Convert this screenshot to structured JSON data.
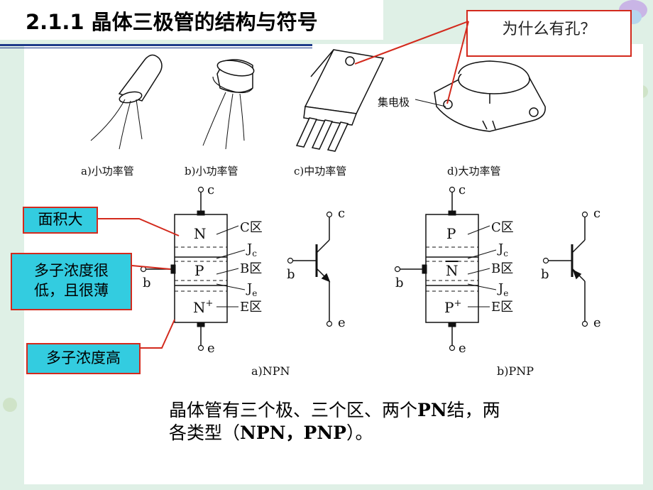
{
  "title": "2.1.1 晶体三极管的结构与符号",
  "question_callout": "为什么有孔？",
  "collector_label": "集电极",
  "package_captions": [
    "a)小功率管",
    "b)小功率管",
    "c)中功率管",
    "d)大功率管"
  ],
  "callouts": {
    "area_large": "面积大",
    "thin_lightly_doped_line1": "多子浓度很",
    "thin_lightly_doped_line2": "低，且很薄",
    "high_doping": "多子浓度高"
  },
  "npn": {
    "caption": "a)NPN",
    "regions": [
      "N",
      "P",
      "N"
    ],
    "emitter_superscript": "+",
    "region_labels": [
      "C区",
      "B区",
      "E区"
    ],
    "junction_c": "J",
    "junction_c_sub": "c",
    "junction_e": "J",
    "junction_e_sub": "e",
    "terminals": [
      "c",
      "b",
      "e"
    ]
  },
  "pnp": {
    "caption": "b)PNP",
    "regions": [
      "P",
      "N",
      "P"
    ],
    "emitter_superscript": "+",
    "region_labels": [
      "C区",
      "B区",
      "E区"
    ],
    "junction_c": "J",
    "junction_c_sub": "c",
    "junction_e": "J",
    "junction_e_sub": "e",
    "terminals": [
      "c",
      "b",
      "e"
    ]
  },
  "summary": {
    "line1_a": "晶体管有三个极、三个区、两个",
    "line1_b": "PN",
    "line1_c": "结，两",
    "line2_a": "各类型（",
    "line2_b": "NPN，PNP",
    "line2_c": "）。"
  },
  "colors": {
    "background": "#dff0e6",
    "callout_fill": "#33cce0",
    "callout_border": "#d32a1d",
    "leader_line": "#d32a1d",
    "title_rule": "#1f3b8a"
  }
}
